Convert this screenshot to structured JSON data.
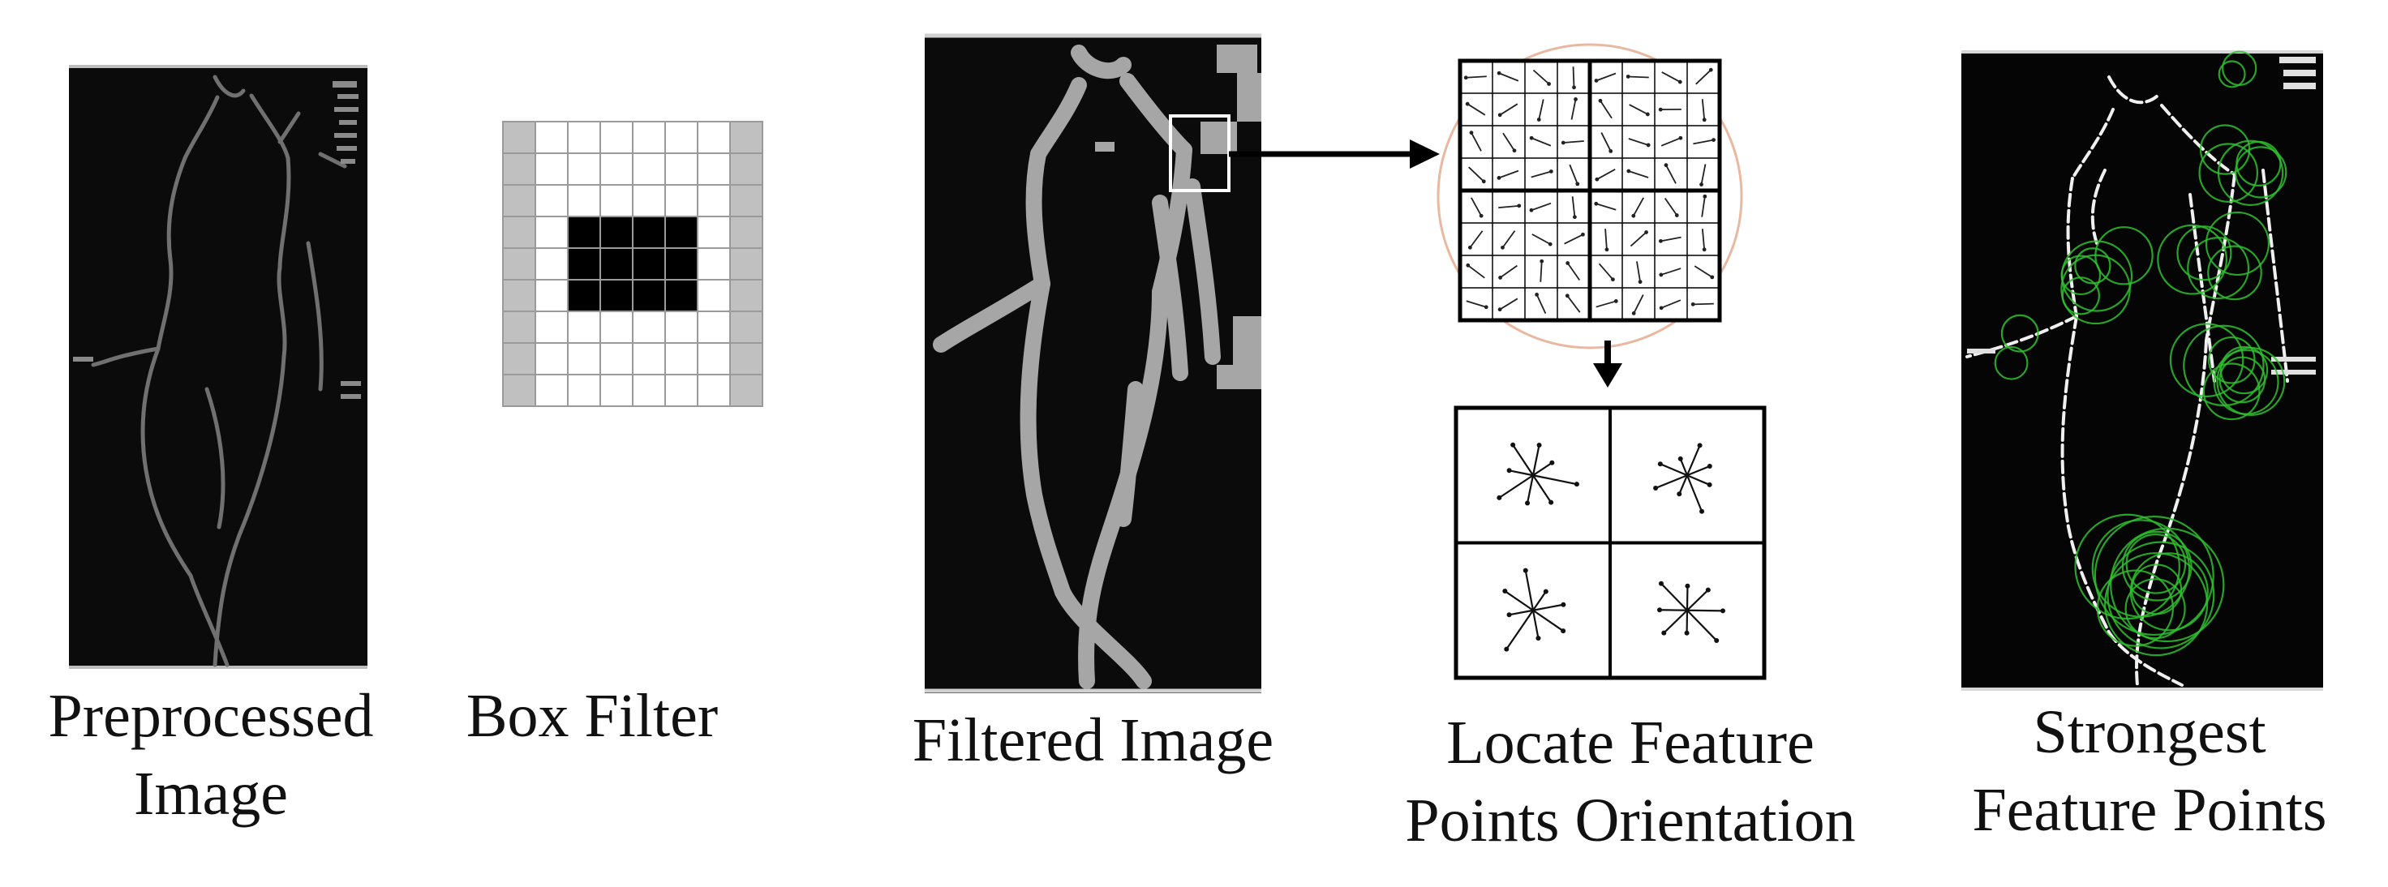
{
  "captions": {
    "preprocessed": [
      "Preprocessed",
      "Image"
    ],
    "box_filter": [
      "Box Filter"
    ],
    "filtered": [
      "Filtered Image"
    ],
    "locate": [
      "Locate Feature",
      "Points Orientation"
    ],
    "strongest": [
      "Strongest",
      "Feature Points"
    ]
  },
  "colors": {
    "panel_bg": "#0b0b0b",
    "stroke_dark": "#6e6e6e",
    "stroke_light": "#a6a6a6",
    "grid_gray": "#c0c0c0",
    "grid_black": "#000000",
    "feature_circle": "#2fbf2f",
    "arrow": "#000000",
    "orient_circle": "#e8b8a0"
  },
  "box_filter": {
    "rows": 9,
    "cols": 8,
    "gray_cols": [
      0,
      7
    ],
    "black_rows": [
      3,
      4,
      5
    ],
    "black_cols": [
      2,
      3,
      4,
      5
    ]
  },
  "orientation_grid": {
    "rows": 8,
    "cols": 8
  },
  "descriptor_cells": 4
}
